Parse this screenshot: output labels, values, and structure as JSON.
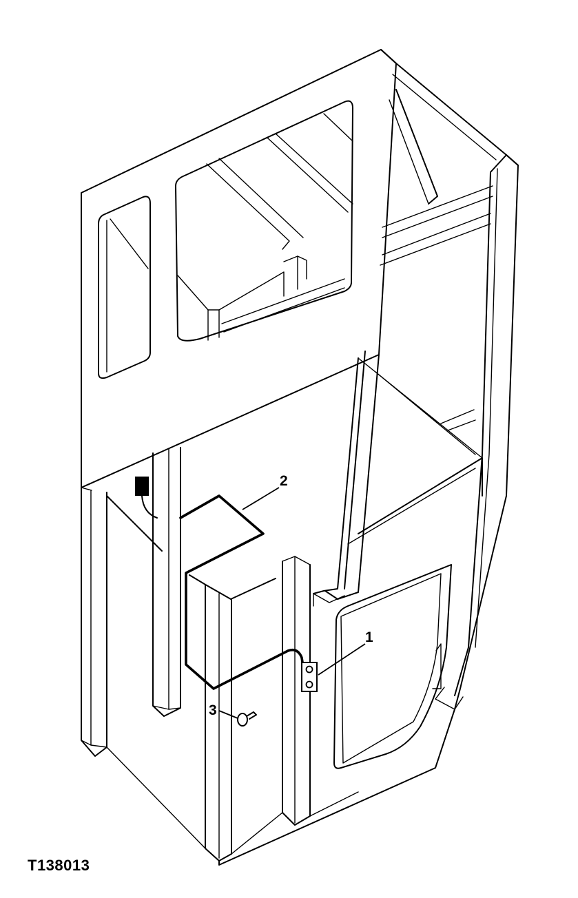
{
  "figure": {
    "id": "T138013"
  },
  "callouts": [
    {
      "label": "1",
      "part": "switch"
    },
    {
      "label": "2",
      "part": "wiring-harness"
    },
    {
      "label": "3",
      "part": "key"
    }
  ],
  "colors": {
    "line": "#000000",
    "background": "#ffffff"
  }
}
